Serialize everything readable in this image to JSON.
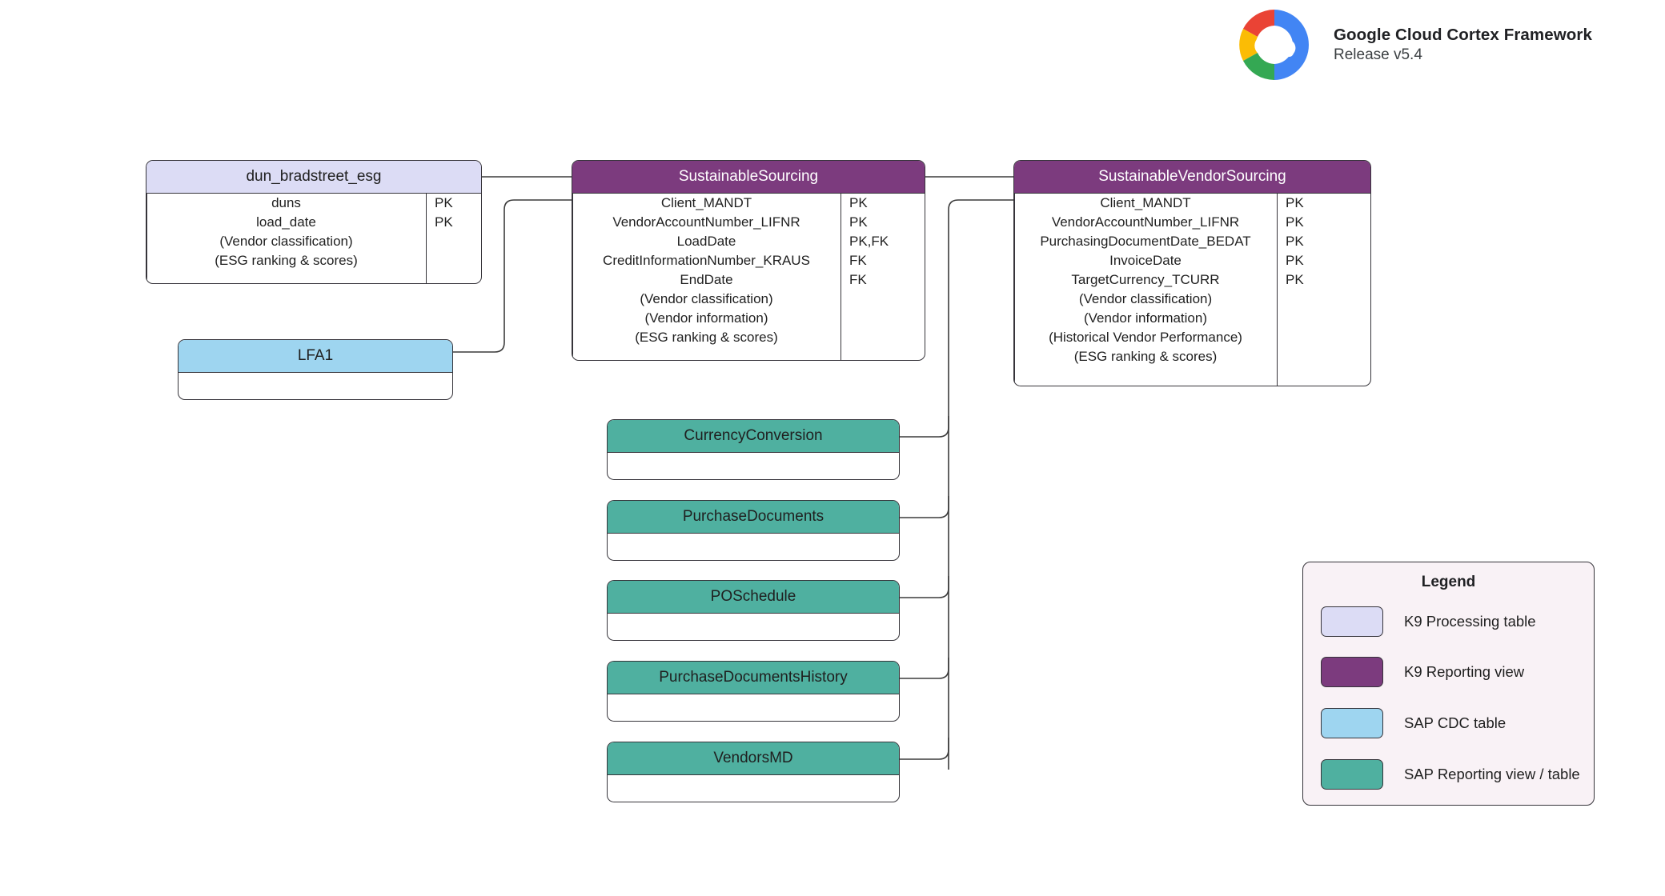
{
  "brand": {
    "logo_icon": "google-cloud-logo",
    "title": "Google Cloud Cortex Framework",
    "release": "Release v5.4"
  },
  "colors": {
    "k9_processing_table": "#dcdcf5",
    "k9_reporting_view": "#7c3b7e",
    "sap_cdc_table": "#9ed5f0",
    "sap_reporting_view": "#4fb0a0",
    "legend_background": "#f9f2f6",
    "border": "#36343a",
    "connector": "#3c3c3c"
  },
  "entities": [
    {
      "id": "dun-bradstreet-esg",
      "title": "dun_bradstreet_esg",
      "type": "K9 Processing table",
      "fields": [
        {
          "name": "duns",
          "key": "PK"
        },
        {
          "name": "load_date",
          "key": "PK"
        },
        {
          "name": "(Vendor classification)",
          "key": ""
        },
        {
          "name": "(ESG ranking & scores)",
          "key": ""
        }
      ]
    },
    {
      "id": "sustainable-sourcing",
      "title": "SustainableSourcing",
      "type": "K9 Reporting view",
      "fields": [
        {
          "name": "Client_MANDT",
          "key": "PK"
        },
        {
          "name": "VendorAccountNumber_LIFNR",
          "key": "PK"
        },
        {
          "name": "LoadDate",
          "key": "PK,FK"
        },
        {
          "name": "CreditInformationNumber_KRAUS",
          "key": "FK"
        },
        {
          "name": "EndDate",
          "key": "FK"
        },
        {
          "name": "(Vendor classification)",
          "key": ""
        },
        {
          "name": "(Vendor information)",
          "key": ""
        },
        {
          "name": "(ESG ranking & scores)",
          "key": ""
        }
      ]
    },
    {
      "id": "sustainable-vendor-sourcing",
      "title": "SustainableVendorSourcing",
      "type": "K9 Reporting view",
      "fields": [
        {
          "name": "Client_MANDT",
          "key": "PK"
        },
        {
          "name": "VendorAccountNumber_LIFNR",
          "key": "PK"
        },
        {
          "name": "PurchasingDocumentDate_BEDAT",
          "key": "PK"
        },
        {
          "name": "InvoiceDate",
          "key": "PK"
        },
        {
          "name": "TargetCurrency_TCURR",
          "key": "PK"
        },
        {
          "name": "(Vendor classification)",
          "key": ""
        },
        {
          "name": "(Vendor information)",
          "key": ""
        },
        {
          "name": "(Historical Vendor Performance)",
          "key": ""
        },
        {
          "name": "(ESG ranking & scores)",
          "key": ""
        }
      ]
    },
    {
      "id": "lfa1",
      "title": "LFA1",
      "type": "SAP CDC table",
      "fields": []
    },
    {
      "id": "currency-conversion",
      "title": "CurrencyConversion",
      "type": "SAP Reporting view / table",
      "fields": []
    },
    {
      "id": "purchase-documents",
      "title": "PurchaseDocuments",
      "type": "SAP Reporting view / table",
      "fields": []
    },
    {
      "id": "po-schedule",
      "title": "POSchedule",
      "type": "SAP Reporting view / table",
      "fields": []
    },
    {
      "id": "purchase-documents-history",
      "title": "PurchaseDocumentsHistory",
      "type": "SAP Reporting view / table",
      "fields": []
    },
    {
      "id": "vendors-md",
      "title": "VendorsMD",
      "type": "SAP Reporting view / table",
      "fields": []
    }
  ],
  "legend": {
    "title": "Legend",
    "items": [
      {
        "label": "K9 Processing table",
        "color": "#dcdcf5"
      },
      {
        "label": "K9 Reporting view",
        "color": "#7c3b7e"
      },
      {
        "label": "SAP CDC table",
        "color": "#9ed5f0"
      },
      {
        "label": "SAP Reporting view / table",
        "color": "#4fb0a0"
      }
    ]
  }
}
